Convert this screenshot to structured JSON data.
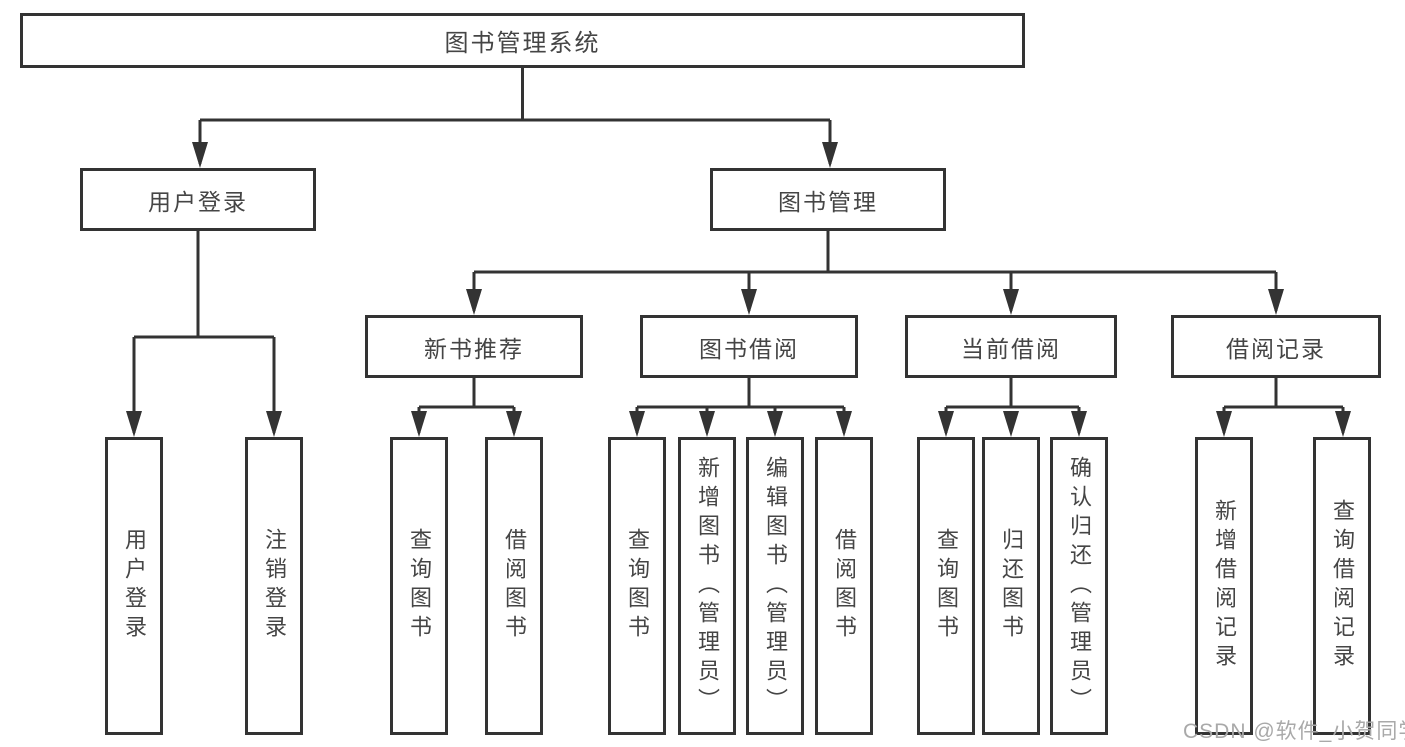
{
  "diagram_title": "图书管理系统",
  "tree": {
    "root": {
      "label": "图书管理系统"
    },
    "branches": [
      {
        "label": "用户登录",
        "children": [
          {
            "label": "用户登录"
          },
          {
            "label": "注销登录"
          }
        ]
      },
      {
        "label": "图书管理",
        "children": [
          {
            "label": "新书推荐",
            "children": [
              {
                "label": "查询图书"
              },
              {
                "label": "借阅图书"
              }
            ]
          },
          {
            "label": "图书借阅",
            "children": [
              {
                "label": "查询图书"
              },
              {
                "label": "新增图书（管理员）"
              },
              {
                "label": "编辑图书（管理员）"
              },
              {
                "label": "借阅图书"
              }
            ]
          },
          {
            "label": "当前借阅",
            "children": [
              {
                "label": "查询图书"
              },
              {
                "label": "归还图书"
              },
              {
                "label": "确认归还（管理员）"
              }
            ]
          },
          {
            "label": "借阅记录",
            "children": [
              {
                "label": "新增借阅记录"
              },
              {
                "label": "查询借阅记录"
              }
            ]
          }
        ]
      }
    ]
  },
  "watermark": "CSDN @软件_小贺同学",
  "colors": {
    "line": "#333333",
    "box_border": "#333333",
    "text": "#454545",
    "watermark": "#a9a9a9",
    "background": "#ffffff"
  }
}
